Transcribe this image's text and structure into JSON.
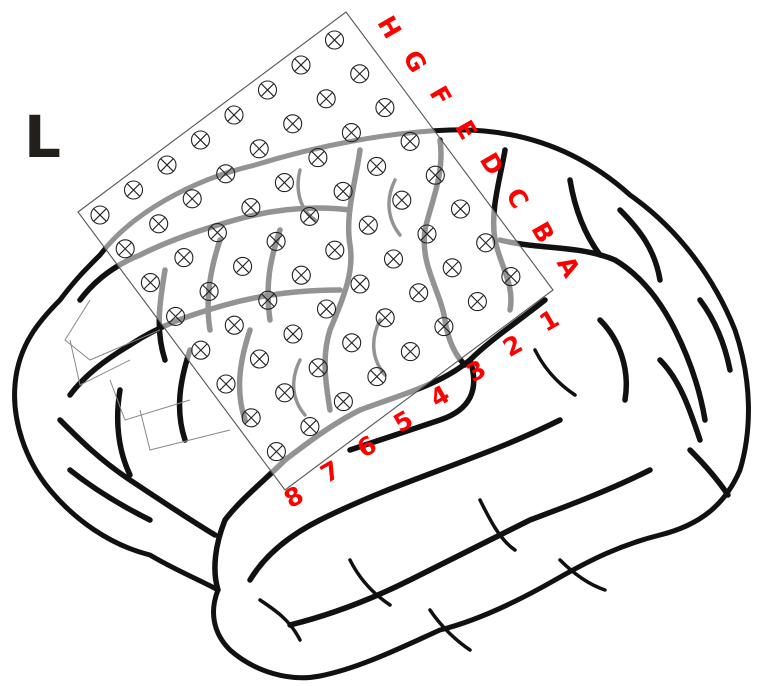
{
  "hemisphere_label": "L",
  "grid": {
    "row_labels": [
      "H",
      "G",
      "F",
      "E",
      "D",
      "C",
      "B",
      "A"
    ],
    "column_labels": [
      "1",
      "2",
      "3",
      "4",
      "5",
      "6",
      "7",
      "8"
    ],
    "rows": 8,
    "columns": 8
  },
  "colors": {
    "label_red": "#ff0000",
    "outline": "#111111",
    "hemisphere_label": "#231f1a"
  }
}
